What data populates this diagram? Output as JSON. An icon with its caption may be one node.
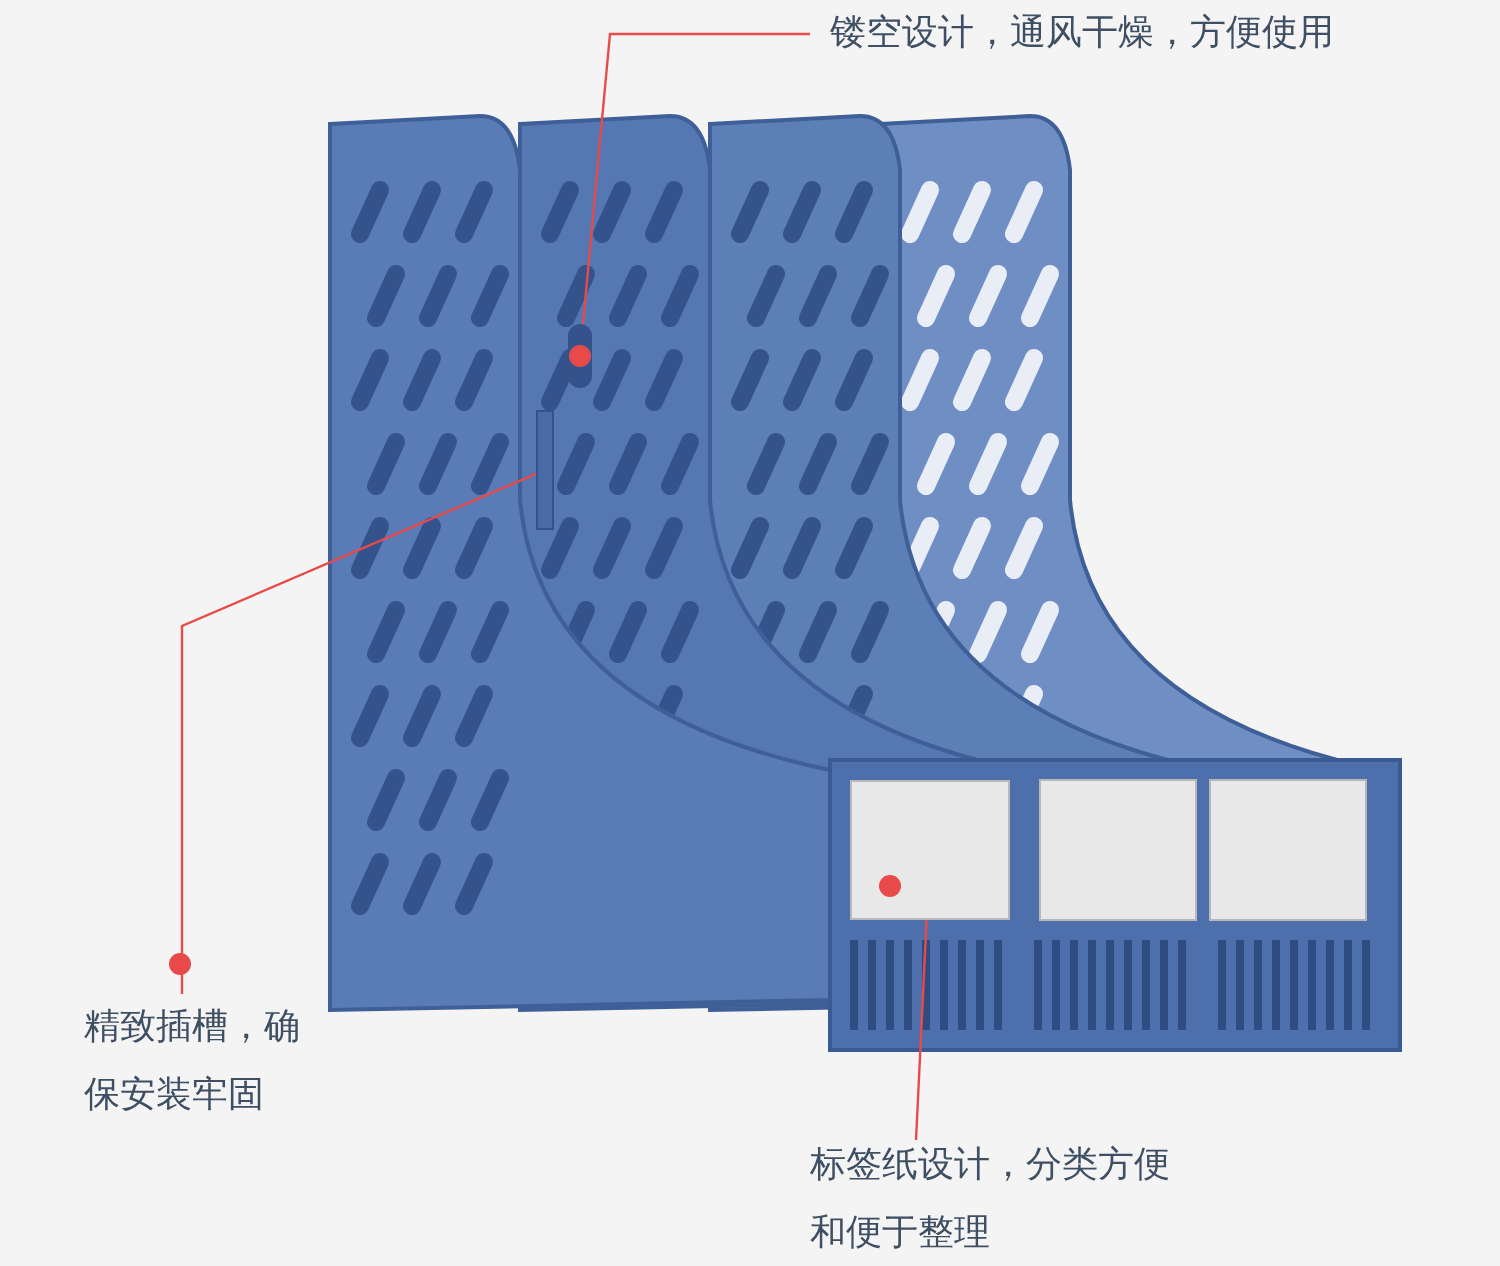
{
  "diagram": {
    "nodes": [
      {
        "text": [
          "镂空设计，通风干燥，方便使用"
        ]
      },
      {
        "text": [],
        "shape": "picture"
      },
      {
        "text": [
          "精致插槽，确保安装牢固"
        ]
      },
      {
        "text": [],
        "shape": "bar"
      },
      {
        "text": [
          "标签纸设计，分类方便和便于整理"
        ]
      },
      {
        "text": [],
        "shape": "box"
      }
    ],
    "edges": [
      {
        "from": 0,
        "to": 1,
        "arrow": "none"
      },
      {
        "from": 2,
        "to": 3,
        "arrow": "none"
      },
      {
        "from": 4,
        "to": 5,
        "arrow": "none"
      }
    ]
  }
}
